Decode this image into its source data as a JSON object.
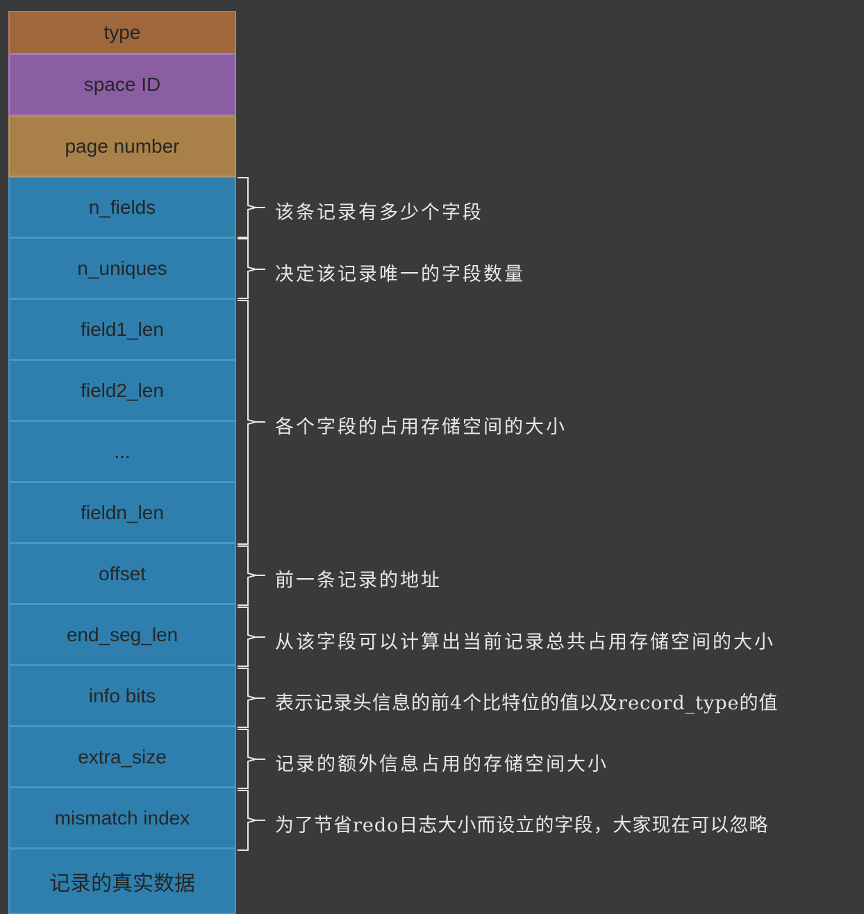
{
  "fields": {
    "type": "type",
    "space_id": "space ID",
    "page_number": "page number",
    "n_fields": "n_fields",
    "n_uniques": "n_uniques",
    "field1_len": "field1_len",
    "field2_len": "field2_len",
    "ellipsis": "...",
    "fieldn_len": "fieldn_len",
    "offset": "offset",
    "end_seg_len": "end_seg_len",
    "info_bits": "info bits",
    "extra_size": "extra_size",
    "mismatch_index": "mismatch index",
    "record_data": "记录的真实数据"
  },
  "annotations": {
    "n_fields": "该条记录有多少个字段",
    "n_uniques": "决定该记录唯一的字段数量",
    "field_lens": "各个字段的占用存储空间的大小",
    "offset": "前一条记录的地址",
    "end_seg_len": "从该字段可以计算出当前记录总共占用存储空间的大小",
    "info_bits": "表示记录头信息的前4个比特位的值以及record_type的值",
    "extra_size": "记录的额外信息占用的存储空间大小",
    "mismatch_index": "为了节省redo日志大小而设立的字段，大家现在可以忽略"
  },
  "colors": {
    "background": "#3a3a3a",
    "type": "#a0673d",
    "space_id": "#8b5ea4",
    "page_number": "#a88048",
    "field_blue": "#2e7fae",
    "annotation_text": "#e8e8e8"
  }
}
